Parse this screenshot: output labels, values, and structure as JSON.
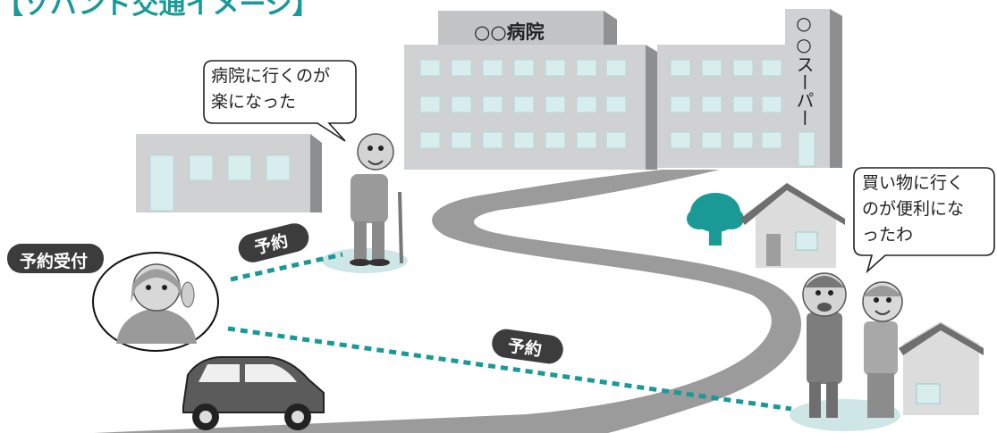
{
  "header": {
    "title": "【ゾバンド交通イメージ】"
  },
  "hospital": {
    "name": "○○病院"
  },
  "supermarket": {
    "name": "○○スーパー"
  },
  "elder_bubble": {
    "line1": "病院に行くのが",
    "line2": "楽になった"
  },
  "couple_bubble": {
    "line1": "買い物に行く",
    "line2": "のが便利にな",
    "line3": "ったわ"
  },
  "operator": {
    "label": "予約受付"
  },
  "reservation_tags": {
    "top": "予約",
    "bottom": "予約"
  },
  "colors": {
    "teal": "#1a9a96",
    "building": "#cfd1d2",
    "window": "#d8eeee",
    "road": "#9b9b9b",
    "dark_tag": "#3c3c3c"
  }
}
